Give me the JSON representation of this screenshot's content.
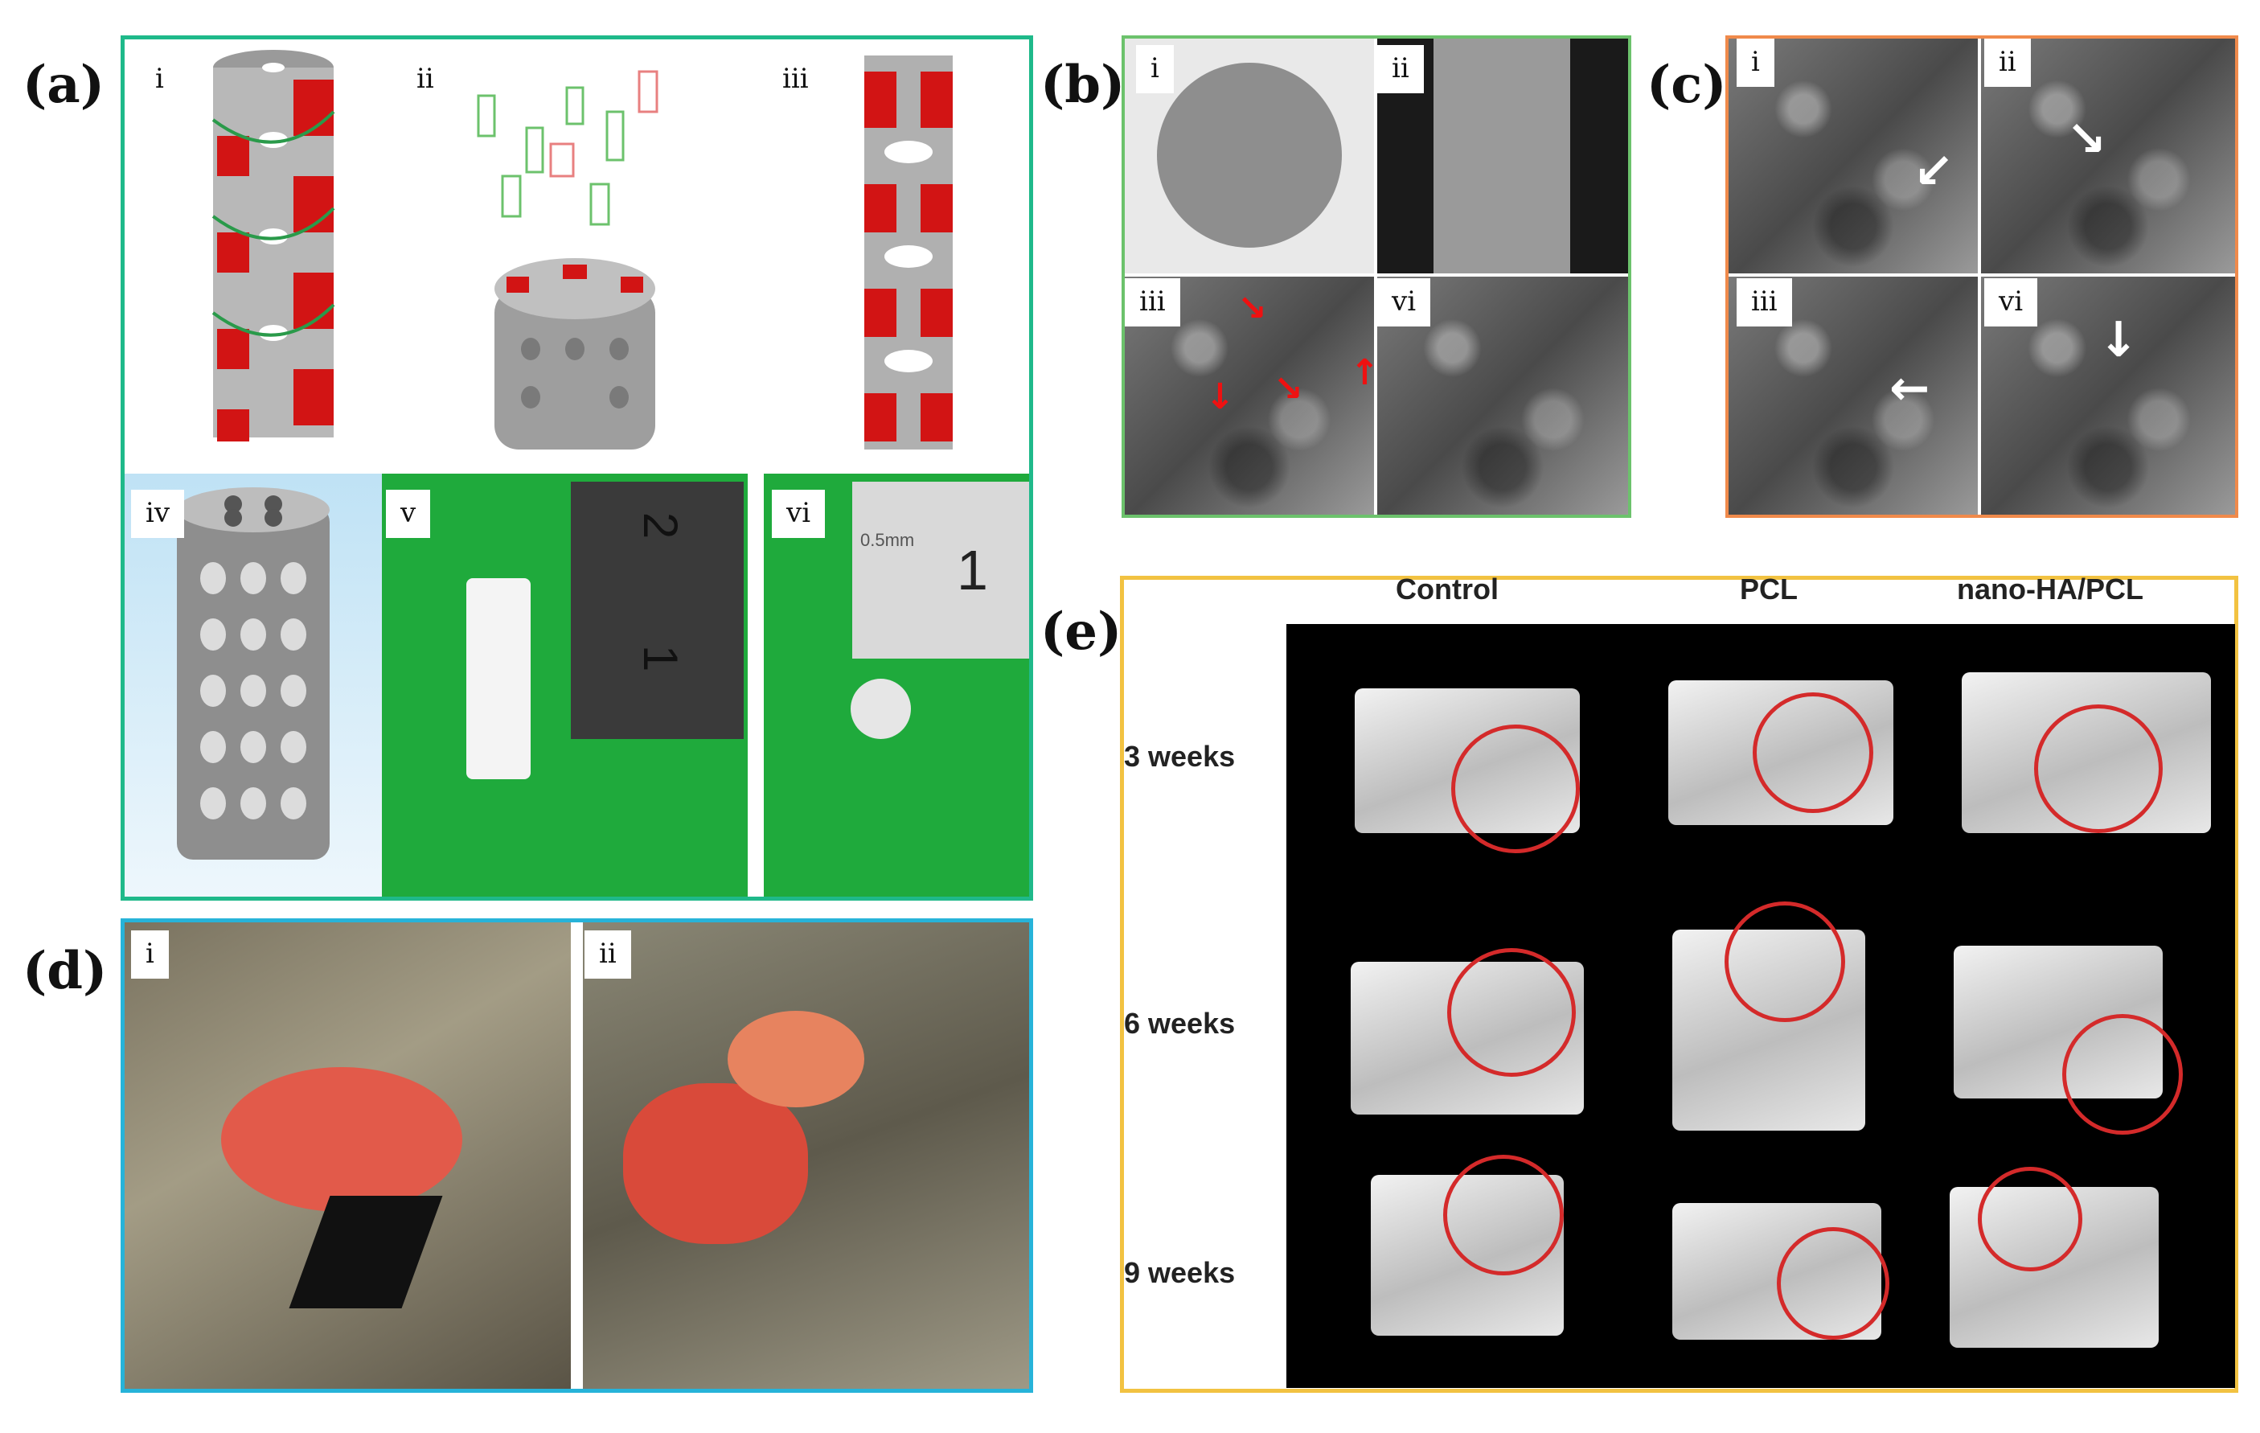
{
  "panels": {
    "a": {
      "letter": "(a)",
      "subs": [
        "i",
        "ii",
        "iii",
        "iv",
        "v",
        "vi"
      ],
      "border_color": "#1fb98a"
    },
    "b": {
      "letter": "(b)",
      "subs": [
        "i",
        "ii",
        "iii",
        "vi"
      ],
      "border_color": "#6cc26c"
    },
    "c": {
      "letter": "(c)",
      "subs": [
        "i",
        "ii",
        "iii",
        "vi"
      ],
      "border_color": "#f08a4b"
    },
    "d": {
      "letter": "(d)",
      "subs": [
        "i",
        "ii"
      ],
      "border_color": "#27b3d9"
    },
    "e": {
      "letter": "(e)",
      "border_color": "#f2c241",
      "columns": [
        "Control",
        "PCL",
        "nano-HA/PCL"
      ],
      "rows": [
        "3 weeks",
        "6 weeks",
        "9 weeks"
      ]
    }
  },
  "ruler_v": {
    "num_top": "2",
    "num_bottom": "1"
  },
  "ruler_vi": {
    "num": "1",
    "unit": "0.5mm"
  }
}
